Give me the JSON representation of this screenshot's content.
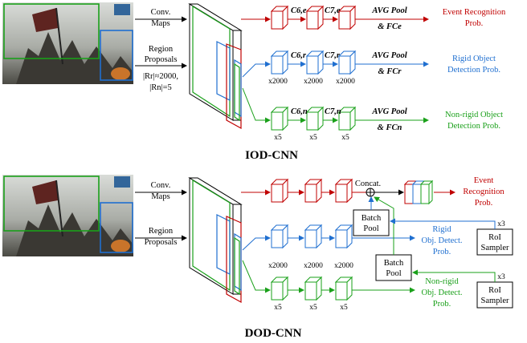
{
  "colors": {
    "event": "#c00000",
    "rigid": "#1f6fd0",
    "nonrigid": "#1aa01a",
    "box": "#000000"
  },
  "top": {
    "title": "IOD-CNN",
    "conv_maps": [
      "Conv.",
      "Maps"
    ],
    "region_proposals": [
      "Region",
      "Proposals"
    ],
    "rr_line": "|Rr|≈2000,",
    "rn_line": "|Rn|=5",
    "c6e": "C6,e",
    "c7e": "C7,e",
    "c6r": "C6,r",
    "c7r": "C7,r",
    "c6n": "C6,n",
    "c7n": "C7,n",
    "avg_pool": "AVG Pool",
    "fce": "& FCe",
    "fcr": "& FCr",
    "fcn": "& FCn",
    "x2000": "x2000",
    "x5": "x5",
    "event_out": [
      "Event Recognition",
      "Prob."
    ],
    "rigid_out": [
      "Rigid Object",
      "Detection Prob."
    ],
    "nonrigid_out": [
      "Non-rigid Object",
      "Detection Prob."
    ]
  },
  "bottom": {
    "title": "DOD-CNN",
    "conv_maps": [
      "Conv.",
      "Maps"
    ],
    "region_proposals": [
      "Region",
      "Proposals"
    ],
    "concat": "Concat.",
    "batch_pool": [
      "Batch",
      "Pool"
    ],
    "x2000": "x2000",
    "x5": "x5",
    "x3": "x3",
    "roi_sampler": [
      "RoI",
      "Sampler"
    ],
    "event_out": [
      "Event",
      "Recognition",
      "Prob."
    ],
    "rigid_out": [
      "Rigid",
      "Obj. Detect.",
      "Prob."
    ],
    "nonrigid_out": [
      "Non-rigid",
      "Obj. Detect.",
      "Prob."
    ]
  }
}
